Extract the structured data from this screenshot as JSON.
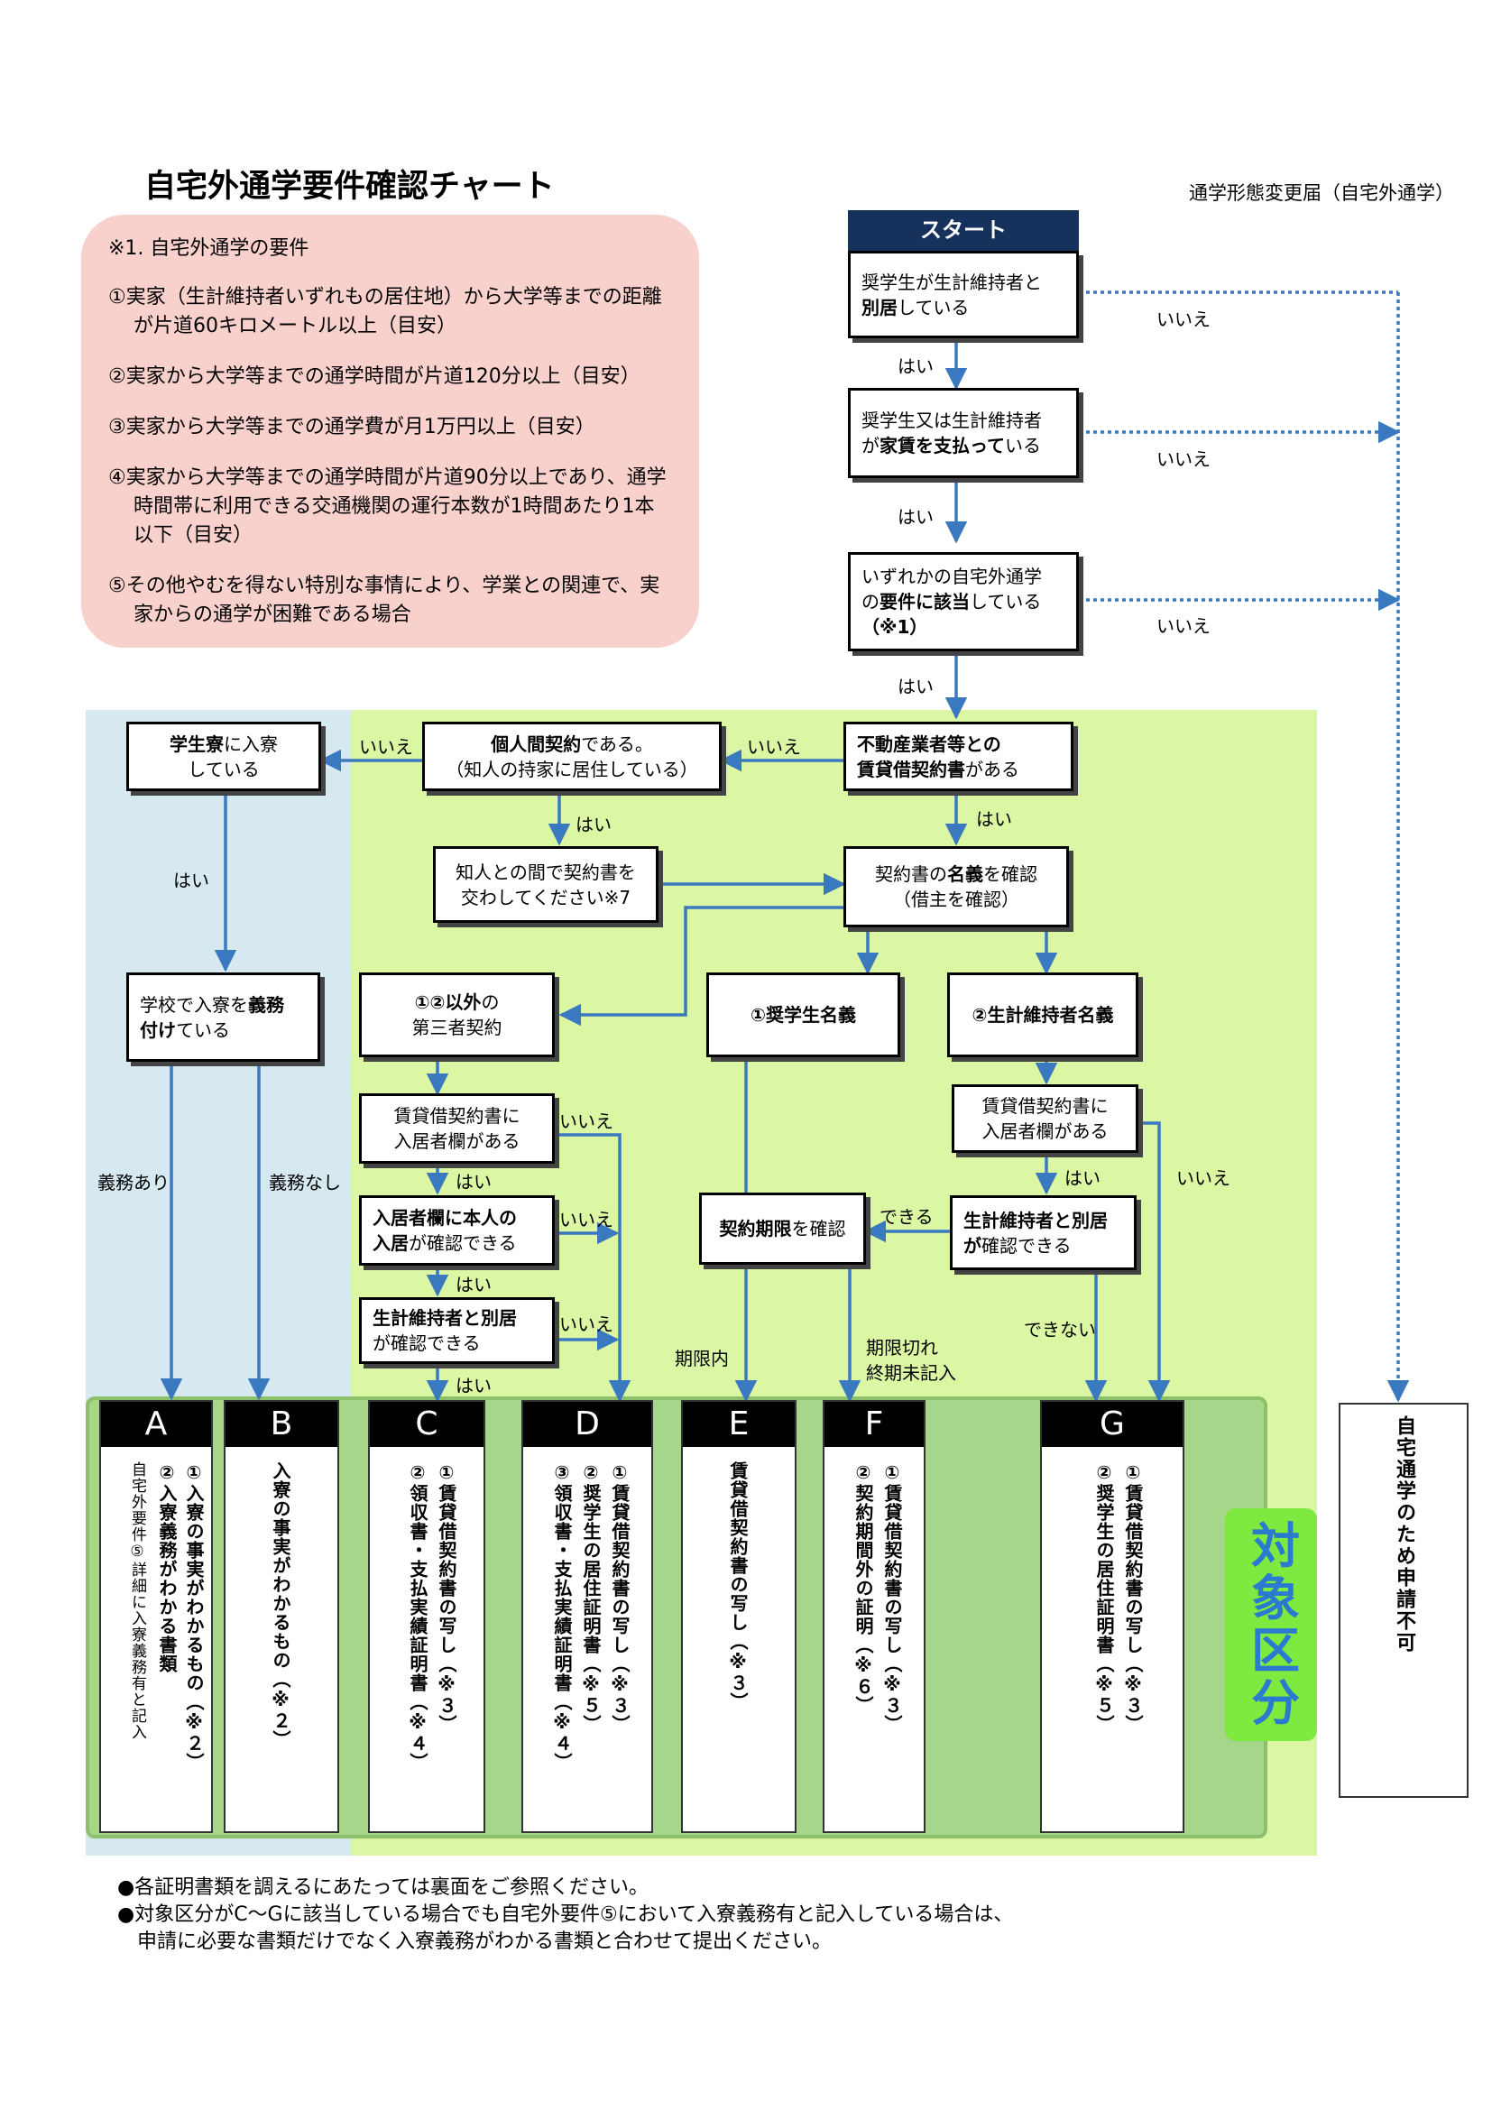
{
  "title": "自宅外通学要件確認チャート",
  "form_name": "通学形態変更届（自宅外通学）",
  "requirements": {
    "heading": "※1. 自宅外通学の要件",
    "items": [
      "①実家（生計維持者いずれもの居住地）から大学等までの距離が片道60キロメートル以上（目安）",
      "②実家から大学等までの通学時間が片道120分以上（目安）",
      "③実家から大学等までの通学費が月1万円以上（目安）",
      "④実家から大学等までの通学時間が片道90分以上であり、通学時間帯に利用できる交通機関の運行本数が1時間あたり1本以下（目安）",
      "⑤その他やむを得ない特別な事情により、学業との関連で、実家からの通学が困難である場合"
    ]
  },
  "start_label": "スタート",
  "q1": {
    "a": "奨学生が生計維持者と",
    "b": "別居",
    "c": "している"
  },
  "q2": {
    "a": "奨学生又は生計維持者",
    "b": "が",
    "c": "家賃を支払って",
    "d": "いる"
  },
  "q3": {
    "a": "いずれかの自宅外通学",
    "b": "の",
    "c": "要件に該当",
    "d": "している",
    "e": "（※1）"
  },
  "q4": {
    "a": "不動産業者等との",
    "b": "賃貸借契約書",
    "c": "がある"
  },
  "q5": {
    "a": "個人間契約",
    "b": "である。",
    "c": "（知人の持家に居住している）"
  },
  "q6": {
    "a": "学生寮",
    "b": "に入寮",
    "c": "している"
  },
  "q7": {
    "a": "知人との間で契約書を",
    "b": "交わしてください※7"
  },
  "q8": {
    "a": "契約書の",
    "b": "名義",
    "c": "を確認",
    "d": "（借主を確認）"
  },
  "q9": {
    "a": "学校で入寮を",
    "b": "義務",
    "c": "付け",
    "d": "ている"
  },
  "q10": {
    "a": "①②以外",
    "b": "の",
    "c": "第三者契約"
  },
  "q11": "①奨学生名義",
  "q12": "②生計維持者名義",
  "q13": {
    "a": "賃貸借契約書に",
    "b": "入居者欄がある"
  },
  "q14": {
    "a": "入居者欄に本人の",
    "b": "入居",
    "c": "が確認できる"
  },
  "q15": {
    "a": "生計維持者と別居",
    "b": "が確認できる"
  },
  "q16": {
    "a": "契約期限",
    "b": "を確認"
  },
  "q17": {
    "a": "賃貸借契約書に",
    "b": "入居者欄がある"
  },
  "q18": {
    "a": "生計維持者と別居",
    "b": "が",
    "c": "確認できる"
  },
  "labels": {
    "yes": "はい",
    "no": "いいえ",
    "gimu_ari": "義務あり",
    "gimu_nashi": "義務なし",
    "dekiru": "できる",
    "dekinai": "できない",
    "kigen_nai": "期限内",
    "kigen_gire_1": "期限切れ",
    "kigen_gire_2": "終期未記入"
  },
  "categories": [
    {
      "letter": "A",
      "lines": [
        "①入寮の事実がわかるもの（※２）",
        "②入寮義務がわかる書類"
      ],
      "note": "自宅外要件⑤詳細に入寮義務有と記入"
    },
    {
      "letter": "B",
      "lines": [
        "入寮の事実がわかるもの（※２）"
      ]
    },
    {
      "letter": "C",
      "lines": [
        "①賃貸借契約書の写し（※３）",
        "②領収書・支払実績証明書（※４）"
      ]
    },
    {
      "letter": "D",
      "lines": [
        "①賃貸借契約書の写し（※３）",
        "②奨学生の居住証明書（※５）",
        "③領収書・支払実績証明書（※４）"
      ]
    },
    {
      "letter": "E",
      "lines": [
        "賃貸借契約書の写し（※３）"
      ]
    },
    {
      "letter": "F",
      "lines": [
        "①賃貸借契約書の写し（※３）",
        "②契約期間外の証明（※６）"
      ]
    },
    {
      "letter": "G",
      "lines": [
        "①賃貸借契約書の写し（※３）",
        "②奨学生の居住証明書（※５）"
      ]
    }
  ],
  "taisho_label": "対象区分",
  "no_application": "自宅通学のため申請不可",
  "notes": [
    "●各証明書類を調えるにあたっては裏面をご参照ください。",
    "●対象区分がC～Gに該当している場合でも自宅外要件⑤において入寮義務有と記入している場合は、",
    "　申請に必要な書類だけでなく入寮義務がわかる書類と合わせて提出ください。"
  ],
  "colors": {
    "arrow": "#3a78c0",
    "start_header": "#16325c",
    "req_bg": "#f8d0cc",
    "green_bg": "#dbf7a3",
    "blue_bg": "#d6e9f0"
  }
}
